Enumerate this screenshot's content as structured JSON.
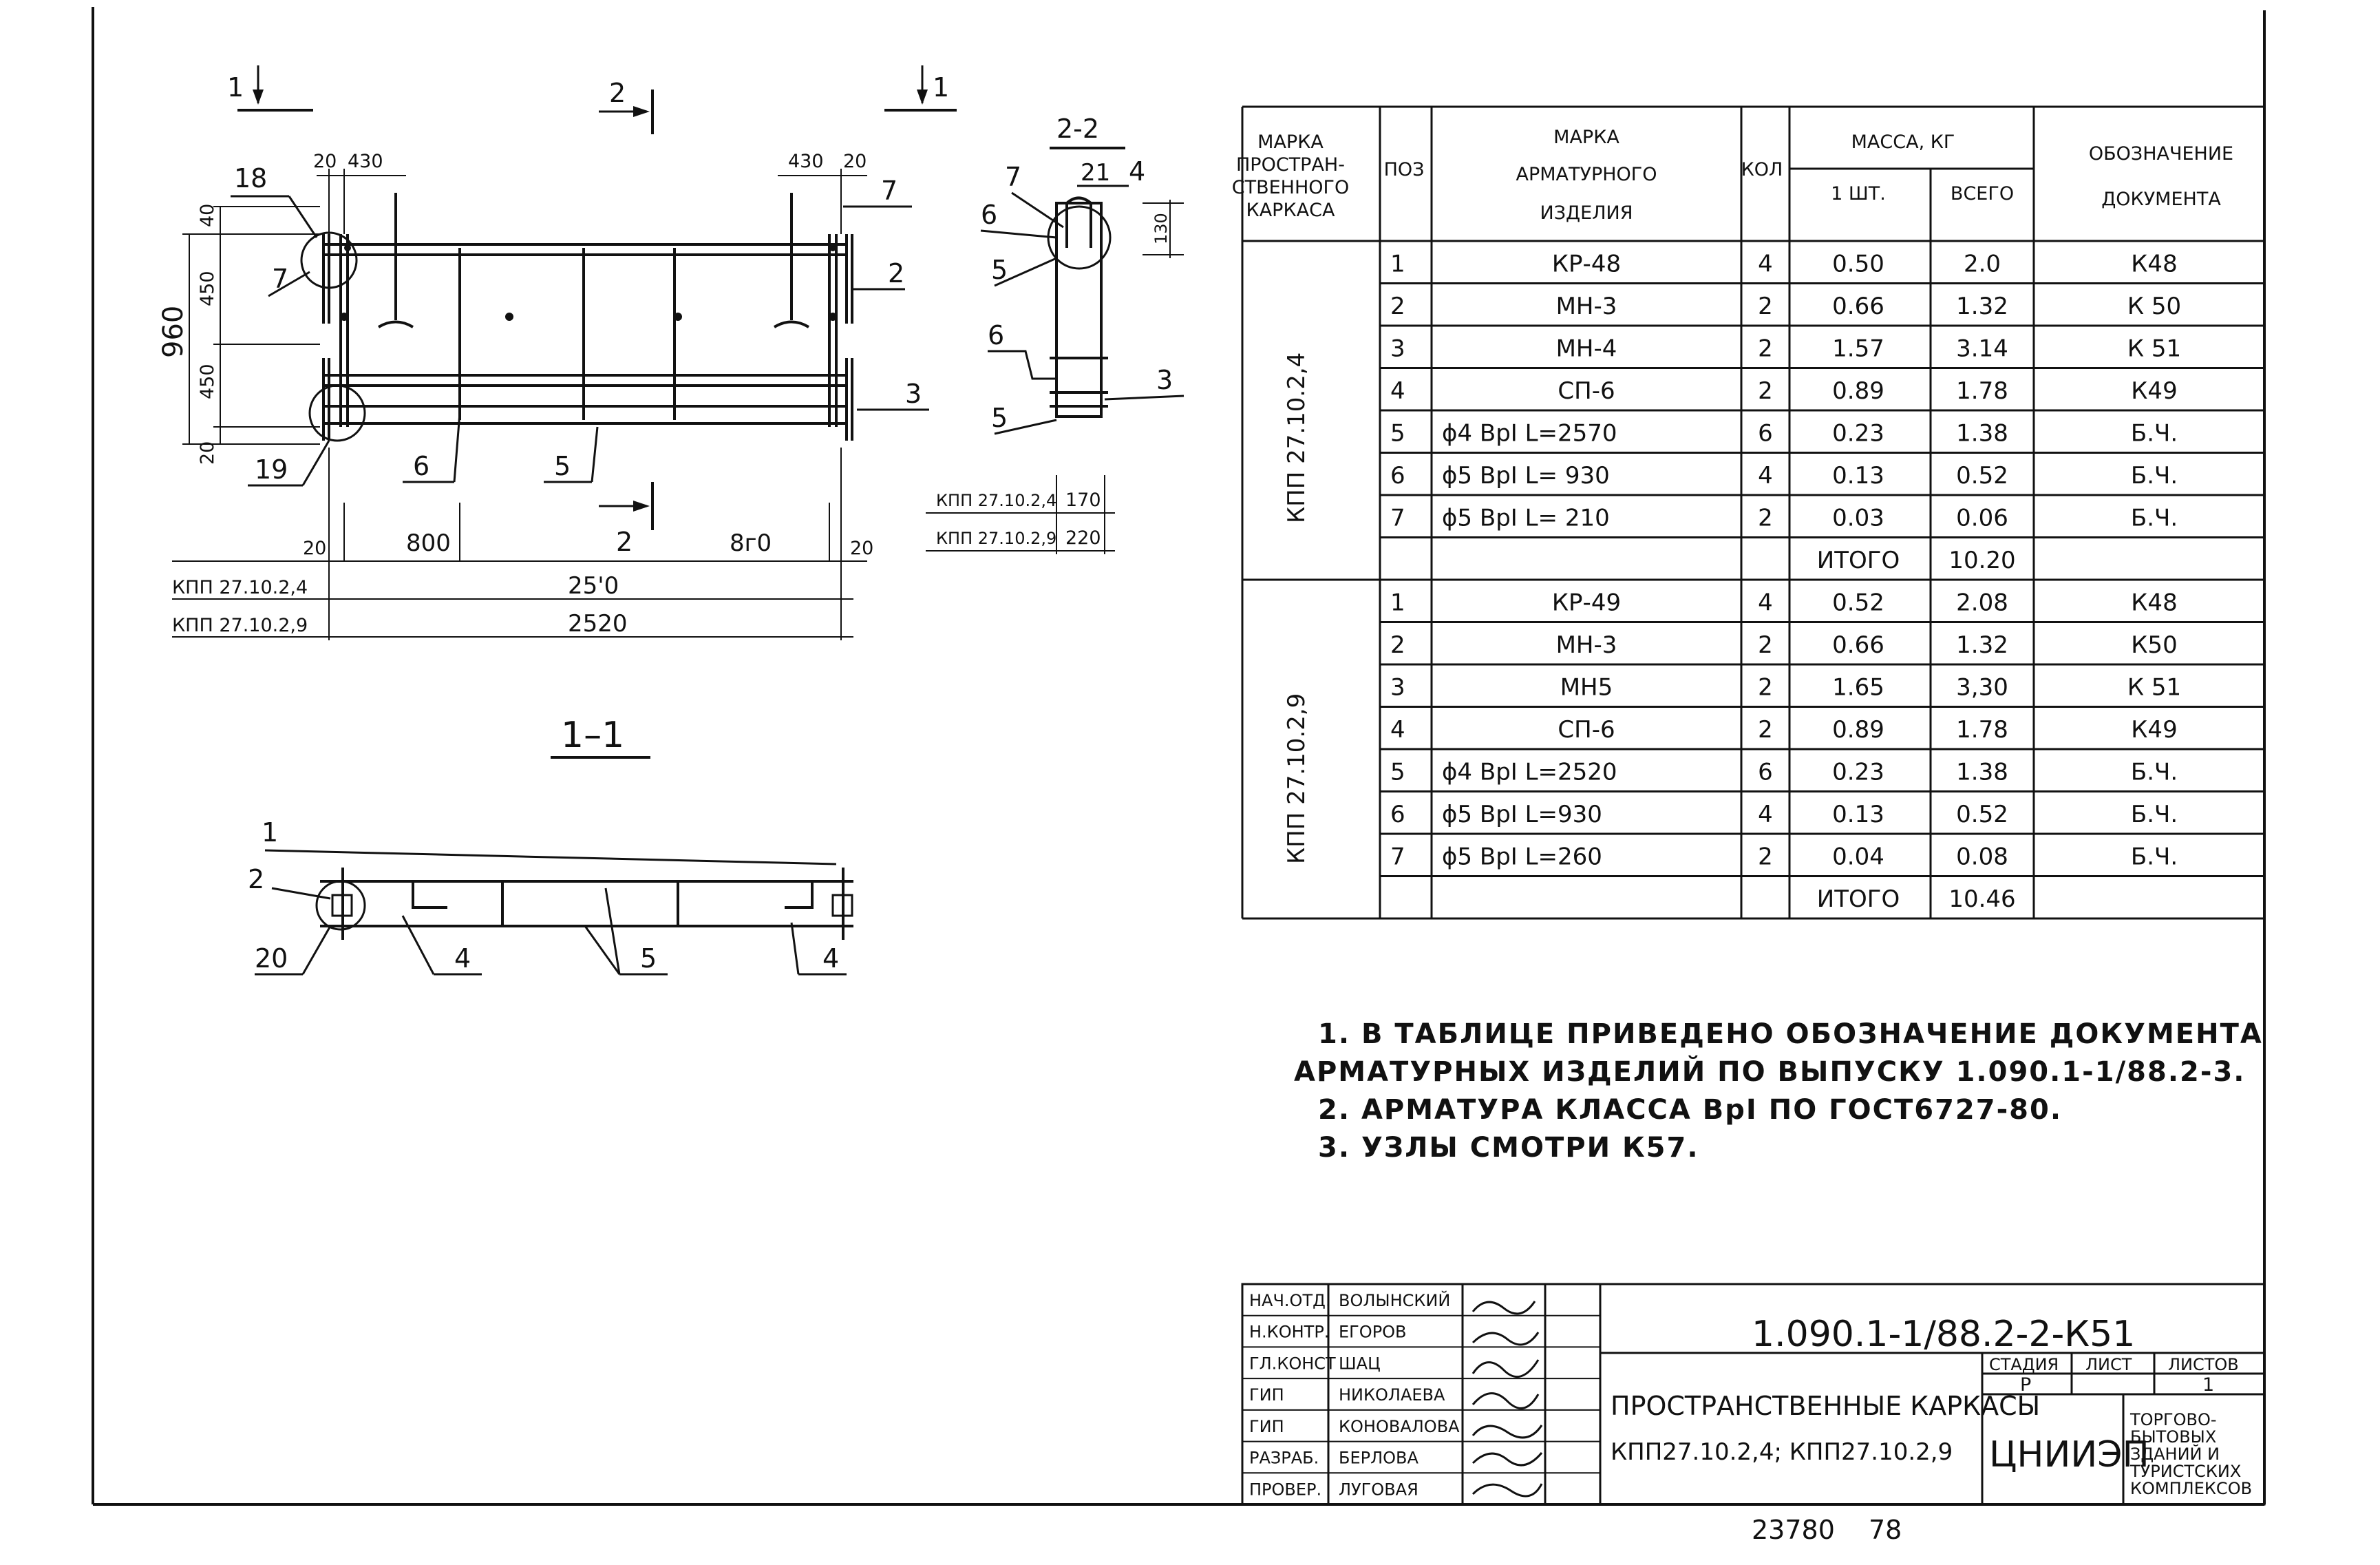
{
  "drawing": {
    "section_1_mark": "1",
    "section_2_mark": "2",
    "section_1_1_title": "1–1",
    "section_2_2_title": "2-2",
    "pos_labels": {
      "p1": "1",
      "p2": "2",
      "p3": "3",
      "p4": "4",
      "p5": "5",
      "p6": "6",
      "p7": "7",
      "p18": "18",
      "p19": "19",
      "p20": "20",
      "p21": "21"
    },
    "dims": {
      "d20": "20",
      "d430": "430",
      "d40": "40",
      "d450a": "450",
      "d450b": "450",
      "d960": "960",
      "d800": "800",
      "d810": "8г0",
      "total_24": "25'0",
      "total_29": "2520",
      "d130": "130",
      "d170": "170",
      "d220": "220"
    },
    "row_labels": {
      "kpp24": "КПП 27.10.2,4",
      "kpp29": "КПП 27.10.2,9"
    }
  },
  "table": {
    "headers": {
      "marka_frame": [
        "МАРКА",
        "ПРОСТРАН-",
        "СТВЕННОГО",
        "КАРКАСА"
      ],
      "pos": "ПОЗ",
      "marka_item": [
        "МАРКА",
        "АРМАТУРНОГО",
        "ИЗДЕЛИЯ"
      ],
      "qty": "КОЛ",
      "mass": "МАССА, КГ",
      "mass_one": "1 ШТ.",
      "mass_total": "ВСЕГО",
      "doc": [
        "ОБОЗНАЧЕНИЕ",
        "ДОКУМЕНТА"
      ]
    },
    "groups": [
      {
        "name": "КПП 27.10.2,4",
        "rows": [
          {
            "pos": "1",
            "item": "КР-48",
            "qty": "4",
            "m1": "0.50",
            "mt": "2.0",
            "doc": "К48"
          },
          {
            "pos": "2",
            "item": "МН-3",
            "qty": "2",
            "m1": "0.66",
            "mt": "1.32",
            "doc": "К 50"
          },
          {
            "pos": "3",
            "item": "МН-4",
            "qty": "2",
            "m1": "1.57",
            "mt": "3.14",
            "doc": "К 51"
          },
          {
            "pos": "4",
            "item": "СП-6",
            "qty": "2",
            "m1": "0.89",
            "mt": "1.78",
            "doc": "К49"
          },
          {
            "pos": "5",
            "item": "ϕ4 ВрI  L=2570",
            "qty": "6",
            "m1": "0.23",
            "mt": "1.38",
            "doc": "Б.Ч."
          },
          {
            "pos": "6",
            "item": "ϕ5 ВрI  L= 930",
            "qty": "4",
            "m1": "0.13",
            "mt": "0.52",
            "doc": "Б.Ч."
          },
          {
            "pos": "7",
            "item": "ϕ5 ВрI  L= 210",
            "qty": "2",
            "m1": "0.03",
            "mt": "0.06",
            "doc": "Б.Ч."
          }
        ],
        "total_label": "ИТОГО",
        "total": "10.20"
      },
      {
        "name": "КПП 27.10.2,9",
        "rows": [
          {
            "pos": "1",
            "item": "КР-49",
            "qty": "4",
            "m1": "0.52",
            "mt": "2.08",
            "doc": "К48"
          },
          {
            "pos": "2",
            "item": "МН-3",
            "qty": "2",
            "m1": "0.66",
            "mt": "1.32",
            "doc": "К50"
          },
          {
            "pos": "3",
            "item": "МН5",
            "qty": "2",
            "m1": "1.65",
            "mt": "3,30",
            "doc": "К 51"
          },
          {
            "pos": "4",
            "item": "СП-6",
            "qty": "2",
            "m1": "0.89",
            "mt": "1.78",
            "doc": "К49"
          },
          {
            "pos": "5",
            "item": "ϕ4 ВрI  L=2520",
            "qty": "6",
            "m1": "0.23",
            "mt": "1.38",
            "doc": "Б.Ч."
          },
          {
            "pos": "6",
            "item": "ϕ5 ВрI  L=930",
            "qty": "4",
            "m1": "0.13",
            "mt": "0.52",
            "doc": "Б.Ч."
          },
          {
            "pos": "7",
            "item": "ϕ5 ВрI  L=260",
            "qty": "2",
            "m1": "0.04",
            "mt": "0.08",
            "doc": "Б.Ч."
          }
        ],
        "total_label": "ИТОГО",
        "total": "10.46"
      }
    ]
  },
  "notes": [
    "1. В ТАБЛИЦЕ ПРИВЕДЕНО ОБОЗНАЧЕНИЕ ДОКУМЕНТА",
    "АРМАТУРНЫХ ИЗДЕЛИЙ ПО ВЫПУСКУ 1.090.1-1/88.2-3.",
    "2. АРМАТУРА КЛАССА ВрI ПО ГОСТ6727-80.",
    "3. УЗЛЫ СМОТРИ К57."
  ],
  "title_block": {
    "code": "1.090.1-1/88.2-2-К51",
    "title": "ПРОСТРАНСТВЕННЫЕ КАРКАСЫ",
    "subtitle": "КПП27.10.2,4; КПП27.10.2,9",
    "stage_label": "СТАДИЯ",
    "sheet_label": "ЛИСТ",
    "sheets_label": "ЛИСТОВ",
    "stage": "Р",
    "sheet": "",
    "sheets": "1",
    "org": "ЦНИИЭП",
    "org_desc": [
      "ТОРГОВО-",
      "БЫТОВЫХ",
      "ЗДАНИЙ И",
      "ТУРИСТСКИХ",
      "КОМПЛЕКСОВ"
    ],
    "roles": [
      {
        "role": "НАЧ.ОТД.",
        "name": "ВОЛЫНСКИЙ"
      },
      {
        "role": "Н.КОНТР.",
        "name": "ЕГОРОВ"
      },
      {
        "role": "ГЛ.КОНСТ",
        "name": "ШАЦ"
      },
      {
        "role": "ГИП",
        "name": "НИКОЛАЕВА"
      },
      {
        "role": "ГИП",
        "name": "КОНОВАЛОВА"
      },
      {
        "role": "РАЗРАБ.",
        "name": "БЕРЛОВА"
      },
      {
        "role": "ПРОВЕР.",
        "name": "ЛУГОВАЯ"
      }
    ]
  },
  "footer": {
    "inv": "23780",
    "page": "78"
  }
}
